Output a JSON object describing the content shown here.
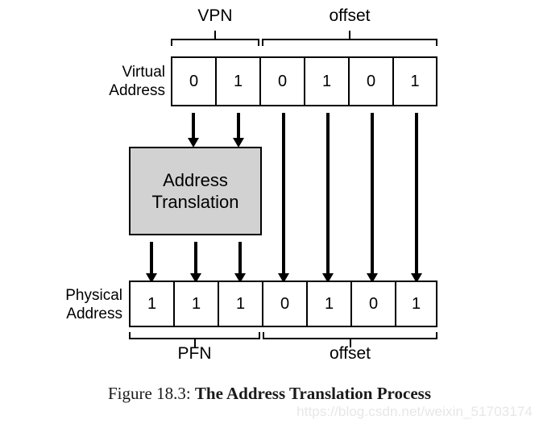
{
  "figure": {
    "caption_number": "Figure 18.3: ",
    "caption_title": "The Address Translation Process",
    "watermark": "https://blog.csdn.net/weixin_51703174"
  },
  "virtual_address": {
    "label_line1": "Virtual",
    "label_line2": "Address",
    "bits": [
      "0",
      "1",
      "0",
      "1",
      "0",
      "1"
    ],
    "segments": [
      {
        "name": "VPN",
        "label": "VPN",
        "bit_count": 2
      },
      {
        "name": "offset",
        "label": "offset",
        "bit_count": 4
      }
    ]
  },
  "translation": {
    "line1": "Address",
    "line2": "Translation",
    "fill_color": "#d2d2d2"
  },
  "physical_address": {
    "label_line1": "Physical",
    "label_line2": "Address",
    "bits": [
      "1",
      "1",
      "1",
      "0",
      "1",
      "0",
      "1"
    ],
    "segments": [
      {
        "name": "PFN",
        "label": "PFN",
        "bit_count": 3
      },
      {
        "name": "offset",
        "label": "offset",
        "bit_count": 4
      }
    ]
  },
  "arrows": {
    "vpn_to_translation_count": 2,
    "translation_to_pfn_count": 3,
    "offset_passthrough_count": 4
  }
}
